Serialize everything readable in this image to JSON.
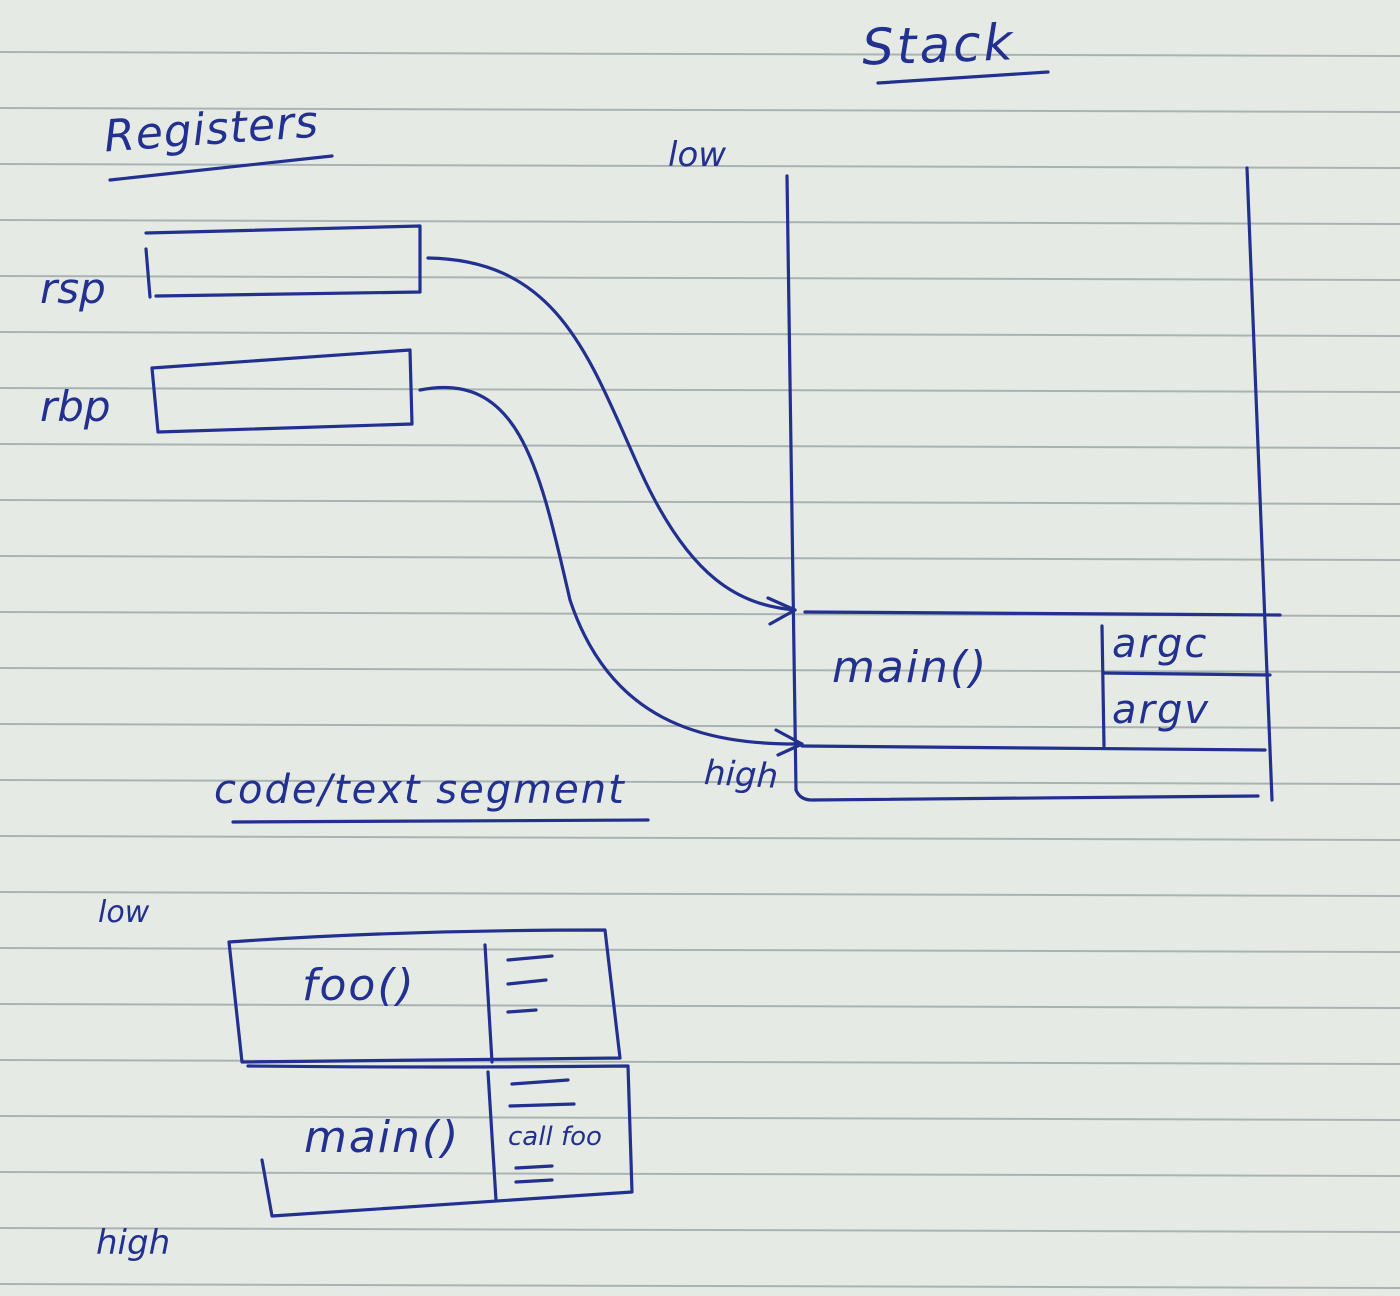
{
  "stack": {
    "title": "Stack",
    "low_label": "low",
    "high_label": "high",
    "frame": {
      "name": "main()",
      "slots": [
        "argc",
        "argv"
      ]
    }
  },
  "registers": {
    "title": "Registers",
    "items": [
      {
        "label": "rsp"
      },
      {
        "label": "rbp"
      }
    ]
  },
  "code_segment": {
    "title": "code/text segment",
    "low_label": "low",
    "high_label": "high",
    "functions": [
      {
        "name": "foo()",
        "note": ""
      },
      {
        "name": "main()",
        "note": "call foo"
      }
    ]
  },
  "colors": {
    "ink": "#22308f",
    "paper": "#e6eae5",
    "rule_line": "#aab3b3"
  }
}
